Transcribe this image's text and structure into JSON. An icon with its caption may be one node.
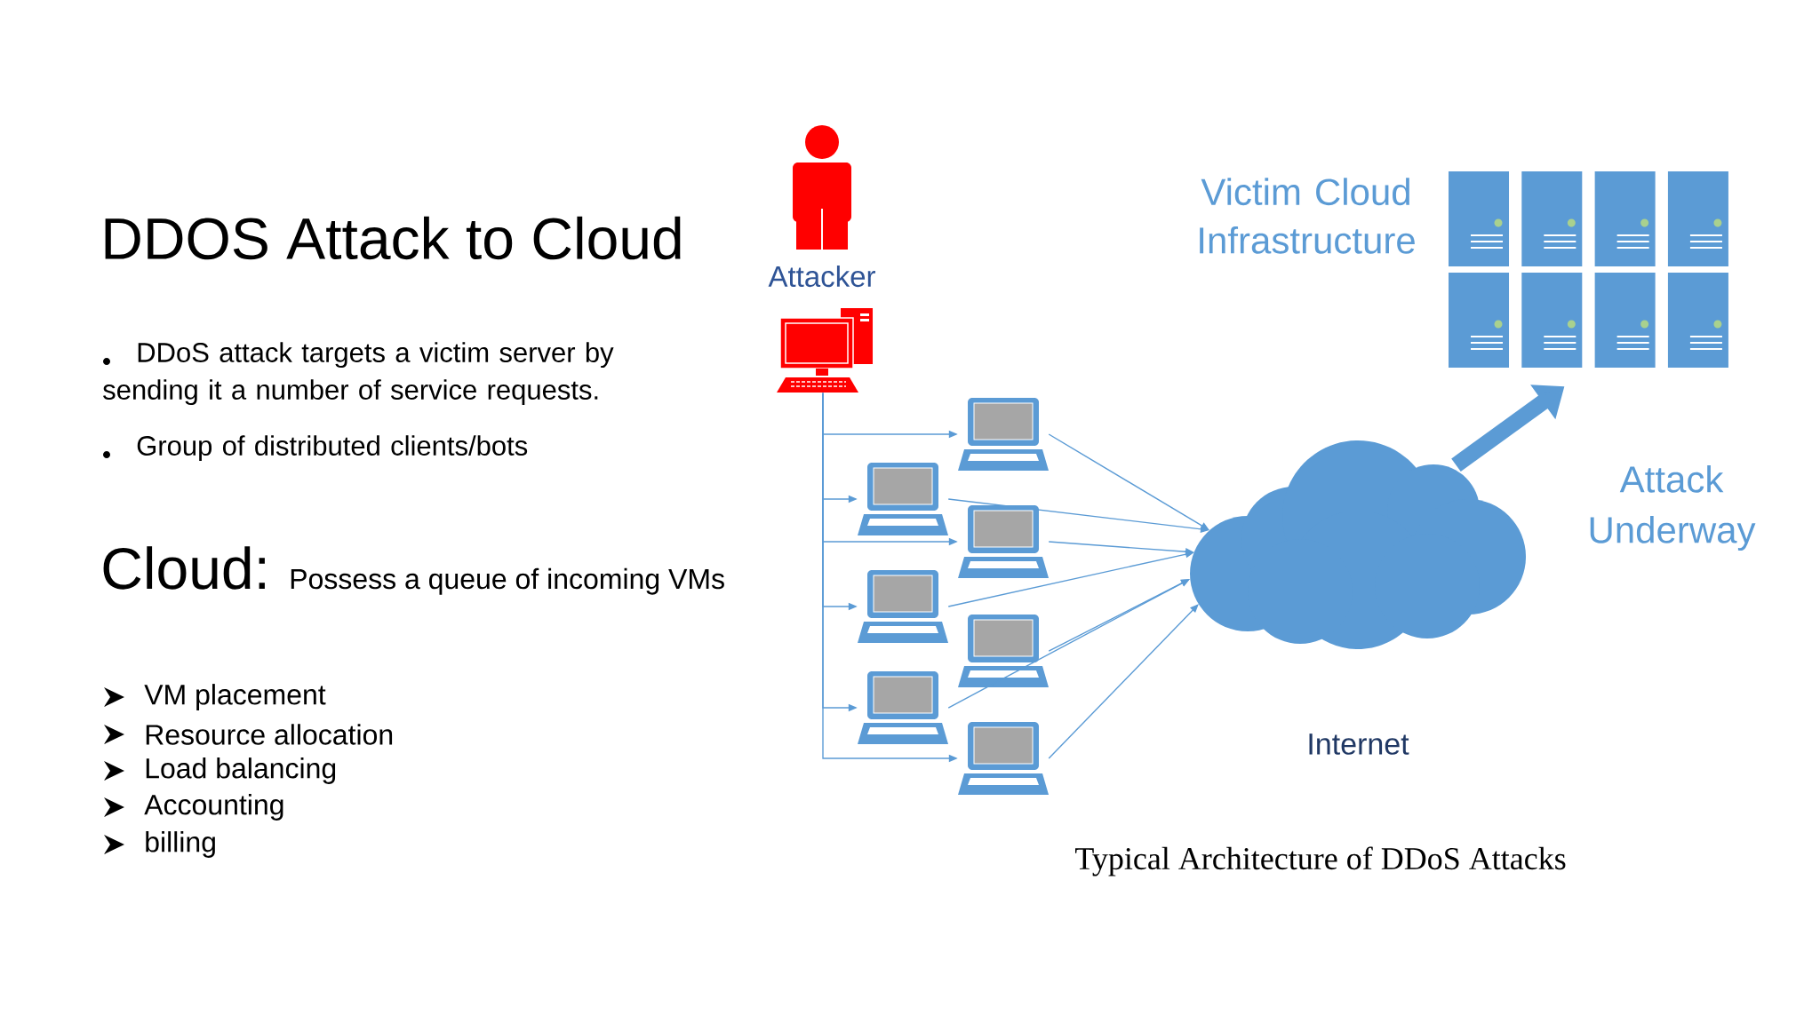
{
  "diagram": {
    "title": "DDOS Attack to Cloud",
    "caption": "Typical Architecture of DDoS Attacks",
    "nodes": [
      {
        "text": [],
        "shape": "person",
        "beside": [
          "Attacker"
        ]
      },
      {
        "text": [],
        "shape": "computer"
      },
      {
        "text": [],
        "shape": "laptop"
      },
      {
        "text": [],
        "shape": "laptop"
      },
      {
        "text": [],
        "shape": "laptop"
      },
      {
        "text": [],
        "shape": "laptop"
      },
      {
        "text": [],
        "shape": "laptop"
      },
      {
        "text": [],
        "shape": "laptop"
      },
      {
        "text": [],
        "shape": "laptop"
      },
      {
        "text": [],
        "shape": "cloud",
        "beside": [
          "Internet"
        ]
      },
      {
        "text": [],
        "shape": "server",
        "beside": [
          "Victim Cloud Infrastructure"
        ]
      }
    ],
    "edges": [
      {
        "from": 1,
        "to": 2,
        "arrow": "to"
      },
      {
        "from": 1,
        "to": 3,
        "arrow": "to"
      },
      {
        "from": 1,
        "to": 4,
        "arrow": "to"
      },
      {
        "from": 1,
        "to": 5,
        "arrow": "to"
      },
      {
        "from": 1,
        "to": 7,
        "arrow": "to"
      },
      {
        "from": 1,
        "to": 8,
        "arrow": "to"
      },
      {
        "from": 2,
        "to": 9,
        "arrow": "to"
      },
      {
        "from": 3,
        "to": 9,
        "arrow": "to"
      },
      {
        "from": 4,
        "to": 9,
        "arrow": "to"
      },
      {
        "from": 5,
        "to": 9,
        "arrow": "to"
      },
      {
        "from": 6,
        "to": 9,
        "arrow": "to"
      },
      {
        "from": 7,
        "to": 9,
        "arrow": "to"
      },
      {
        "from": 8,
        "to": 9,
        "arrow": "to"
      },
      {
        "from": 9,
        "to": 10,
        "arrow": "to",
        "style": "thick",
        "label": "Attack Underway"
      }
    ],
    "labels": [
      "DDoS attack targets a victim server by sending it a number of service requests.",
      "Group of distributed clients/bots",
      "Cloud:",
      "Possess a queue of incoming VMs",
      "VM placement",
      "Resource allocation",
      "Load balancing",
      "Accounting",
      "billing"
    ]
  }
}
